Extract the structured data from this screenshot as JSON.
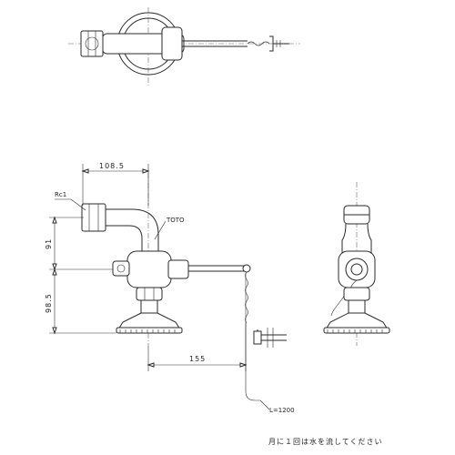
{
  "labels": {
    "dim_width_top": "108.5",
    "dim_left_upper": "91",
    "dim_left_lower": "98.5",
    "dim_horizontal_lower": "155",
    "thread_label": "Rc1",
    "brand_label": "TOTO",
    "chain_length": "L=1200",
    "note": "月に１回は水を流してください"
  }
}
